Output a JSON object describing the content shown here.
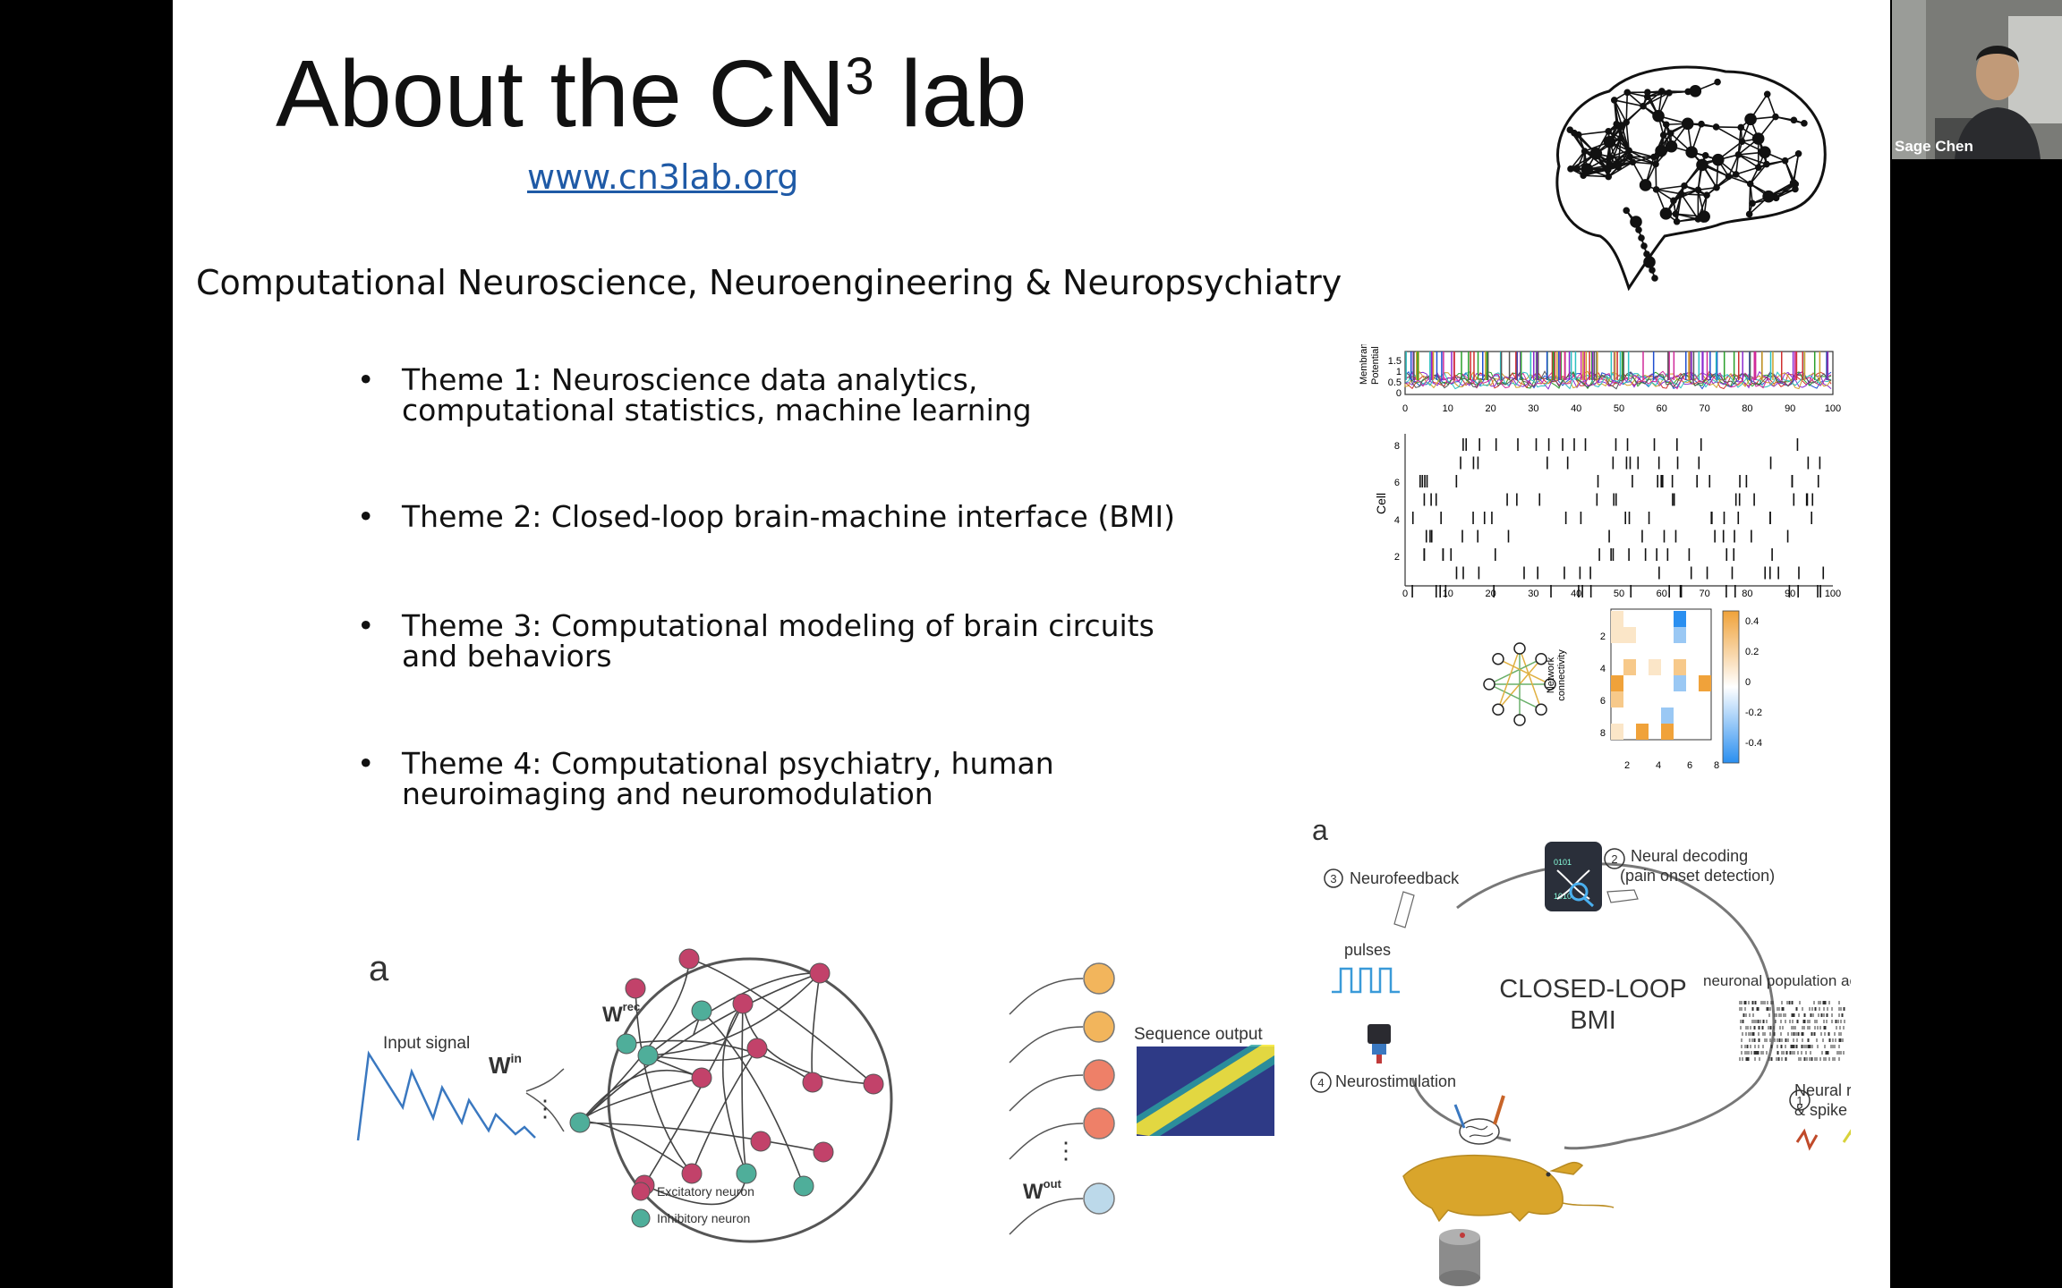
{
  "slide": {
    "title_main": "About the CN",
    "title_sup": "3",
    "title_end": " lab",
    "link": "www.cn3lab.org",
    "subtitle": "Computational Neuroscience, Neuroengineering & Neuropsychiatry",
    "bullet": "•",
    "themes": [
      {
        "line1": "Theme 1: Neuroscience data analytics,",
        "line2": "computational statistics, machine learning"
      },
      {
        "line1": "Theme 2: Closed-loop brain-machine interface (BMI)",
        "line2": ""
      },
      {
        "line1": "Theme 3: Computational modeling of brain circuits",
        "line2": "and behaviors"
      },
      {
        "line1": "Theme 4: Computational psychiatry, human",
        "line2": "neuroimaging and neuromodulation"
      }
    ]
  },
  "spike_figure": {
    "membrane_ylabel_1": "Membrane",
    "membrane_ylabel_2": "Potential",
    "membrane_yticks": [
      "1.5",
      "1",
      "0.5",
      "0"
    ],
    "xticks": [
      "0",
      "10",
      "20",
      "30",
      "40",
      "50",
      "60",
      "70",
      "80",
      "90",
      "100"
    ],
    "raster_ylabel": "Cell",
    "raster_yticks": [
      "8",
      "6",
      "4",
      "2"
    ],
    "conn_ylabel_1": "Network",
    "conn_ylabel_2": "connectivity",
    "conn_yticks": [
      "2",
      "4",
      "6",
      "8"
    ],
    "conn_xticks": [
      "2",
      "4",
      "6",
      "8"
    ],
    "colorbar_ticks": [
      "0.4",
      "0.2",
      "0",
      "-0.2",
      "-0.4"
    ]
  },
  "rnn_figure": {
    "panel_label": "a",
    "input_label": "Input signal",
    "w_in": "W",
    "w_in_sup": "in",
    "w_rec": "W",
    "w_rec_sup": "rec",
    "w_out": "W",
    "w_out_sup": "out",
    "output_label": "Sequence output",
    "legend_excitatory": "Excitatory neuron",
    "legend_inhibitory": "Inhibitory neuron",
    "dots": "⋮"
  },
  "bmi_figure": {
    "panel_label": "a",
    "step1_num": "1",
    "step1_line1": "Neural recording",
    "step1_line2": "& spike sorting",
    "step2_num": "2",
    "step2_line1": "Neural decoding",
    "step2_line2": "(pain onset detection)",
    "step3_num": "3",
    "step3_label": "Neurofeedback",
    "step4_num": "4",
    "step4_label": "Neurostimulation",
    "pulses": "pulses",
    "center_line1": "CLOSED-LOOP",
    "center_line2": "BMI",
    "population": "neuronal population activity"
  },
  "video": {
    "name": "Sage Chen"
  },
  "colors": {
    "link": "#1f5aa6",
    "excitatory": "#c2426a",
    "inhibitory": "#4fae9a",
    "rat": "#d9a52b",
    "output_node_orange": "#f2b55c",
    "output_node_red": "#ee8068",
    "output_node_blue": "#bcd9ea"
  }
}
